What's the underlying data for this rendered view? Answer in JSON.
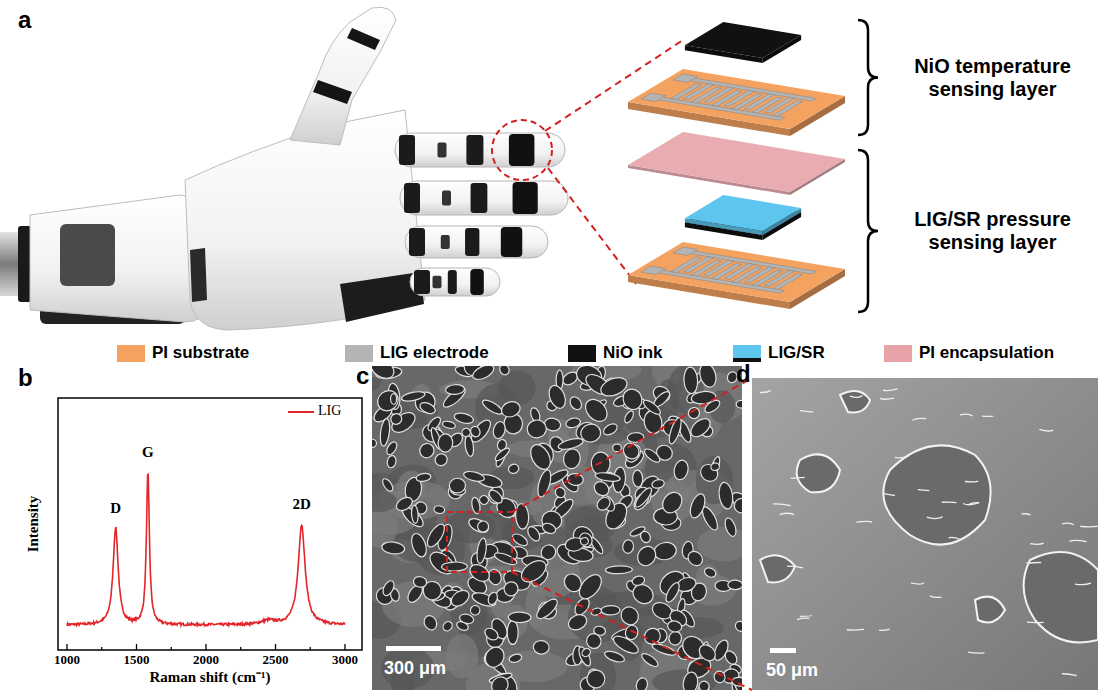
{
  "diagram": {
    "labels": [
      "a",
      "NiO temperature sensing layer",
      "LIG/SR pressure sensing layer",
      "b",
      "Intensity",
      "D",
      "G",
      "2D",
      "1000",
      "1500",
      "2000",
      "2500",
      "3000",
      "Raman shift (cm⁻¹)",
      "c",
      "300 μm",
      "d",
      "50 μm"
    ],
    "legend": [
      {
        "text": "PI substrate",
        "color": "#f4a260"
      },
      {
        "text": "LIG electrode",
        "color": "#b4b4b4"
      },
      {
        "text": "NiO ink",
        "color": "#111111"
      },
      {
        "text": "LIG/SR",
        "color": "#5ec5ee"
      },
      {
        "text": "PI encapsulation",
        "color": "#e6a3a8"
      },
      {
        "text": "LIG"
      }
    ]
  }
}
